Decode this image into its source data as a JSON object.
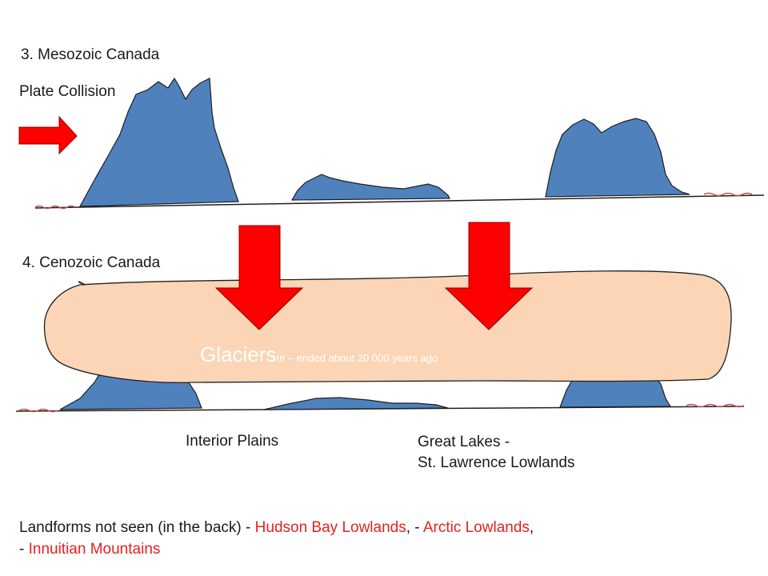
{
  "panel3": {
    "title": "3. Mesozoic Canada",
    "subtitle": "Plate Collision"
  },
  "panel4": {
    "title": "4. Cenozoic Canada",
    "glacier": {
      "main": "Glaciers",
      "suffix": "!!!",
      "note": " – ended about 20 000 years ago"
    },
    "label_left": "Interior Plains",
    "label_right_line1": "Great Lakes -",
    "label_right_line2": "St. Lawrence Lowlands"
  },
  "footer": {
    "prefix": "Landforms not seen (in the back) -",
    "item1": " Hudson Bay Lowlands",
    "sep1": ", -",
    "item2": " Arctic Lowlands",
    "sep2": ",",
    "dash": "-",
    "item3": " Innuitian Mountains"
  },
  "colors": {
    "mountain": "#4f81bd",
    "mountain_stroke": "#1f1f1f",
    "glacier": "#fbd5b5",
    "arrow": "#ff0000",
    "accent_text": "#e8201f",
    "wave": "#c0504d"
  },
  "icons": [
    "right-arrow-icon",
    "down-arrow-icon"
  ]
}
